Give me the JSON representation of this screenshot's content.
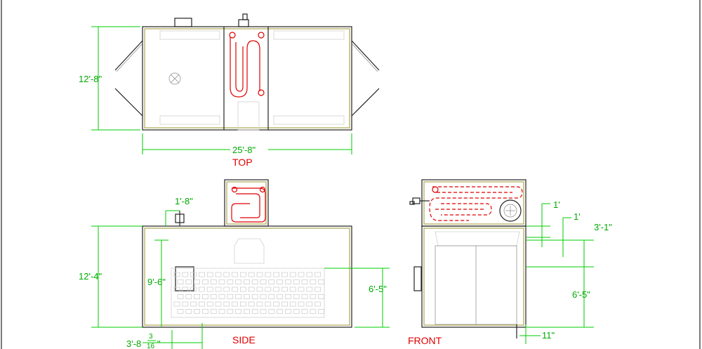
{
  "views": {
    "top": {
      "label": "TOP",
      "width_dim": "25'-8\"",
      "depth_dim": "12'-8\""
    },
    "side": {
      "label": "SIDE",
      "height_dim": "12'-4\"",
      "door_height_dim": "9'-6\"",
      "panel_height_dim": "6'-5\"",
      "offset_dim": "1'-8\"",
      "bottom_dim_whole": "3'-8",
      "bottom_dim_num": "3",
      "bottom_dim_den": "16",
      "bottom_dim_suffix": "\""
    },
    "front": {
      "label": "FRONT",
      "dim_top_a": "1'",
      "dim_top_b": "1'",
      "dim_right": "3'-1\"",
      "dim_panel": "6'-5\"",
      "dim_bottom": "11\""
    }
  },
  "colors": {
    "dimension": "#00cc00",
    "label": "#e00000",
    "wall": "#b8b36a",
    "heater_coil": "#e00000"
  }
}
